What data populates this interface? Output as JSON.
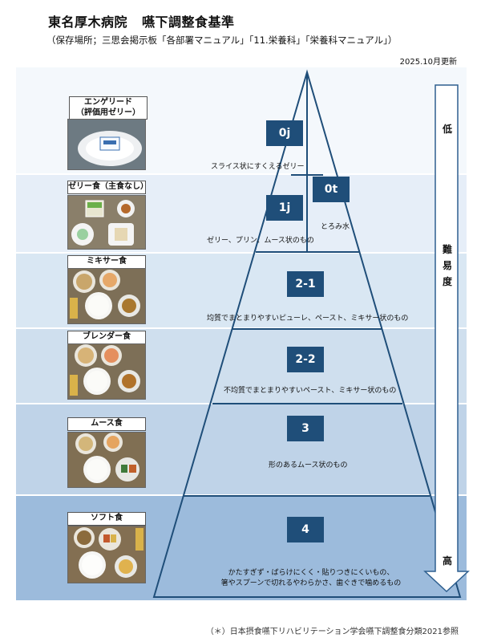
{
  "header": {
    "title": "東名厚木病院",
    "subtitle": "嚥下調整食基準",
    "storage": "（保存場所；三思会掲示板「各部署マニュアル」「11.栄養科」「栄養科マニュアル」）",
    "updated": "2025.10月更新"
  },
  "foods": [
    {
      "label_line1": "エンゲリード",
      "label_line2": "（評価用ゼリー）"
    },
    {
      "label_line1": "ゼリー食（主食なし）",
      "label_line2": ""
    },
    {
      "label_line1": "ミキサー食",
      "label_line2": ""
    },
    {
      "label_line1": "ブレンダー食",
      "label_line2": ""
    },
    {
      "label_line1": "ムース食",
      "label_line2": ""
    },
    {
      "label_line1": "ソフト食",
      "label_line2": ""
    }
  ],
  "levels": {
    "l0j": {
      "code": "0j",
      "desc": "スライス状にすくえるゼリー"
    },
    "l0t": {
      "code": "0t",
      "desc": "とろみ水"
    },
    "l1j": {
      "code": "1j",
      "desc": "ゼリー、プリン、ムース状のもの"
    },
    "l21": {
      "code": "2-1",
      "desc": "均質でまとまりやすいピューレ、ペースト、ミキサー状のもの"
    },
    "l22": {
      "code": "2-2",
      "desc": "不均質でまとまりやすいペースト、ミキサー状のもの"
    },
    "l3": {
      "code": "3",
      "desc": "形のあるムース状のもの"
    },
    "l4": {
      "code": "4",
      "desc_line1": "かたすぎず・ばらけにくく・貼りつきにくいもの、",
      "desc_line2": "箸やスプーンで切れるやわらかさ、歯ぐきで噛めるもの"
    }
  },
  "scale": {
    "low": "低",
    "mid_1": "難",
    "mid_2": "易",
    "mid_3": "度",
    "high": "高"
  },
  "footnote": "（＊）日本摂食嚥下リハビリテーション学会嚥下調整食分類2021参照",
  "colors": {
    "pyramid_line": "#1f4e79",
    "level_box": "#1f4e79",
    "arrow_line": "#2e5f8f"
  }
}
